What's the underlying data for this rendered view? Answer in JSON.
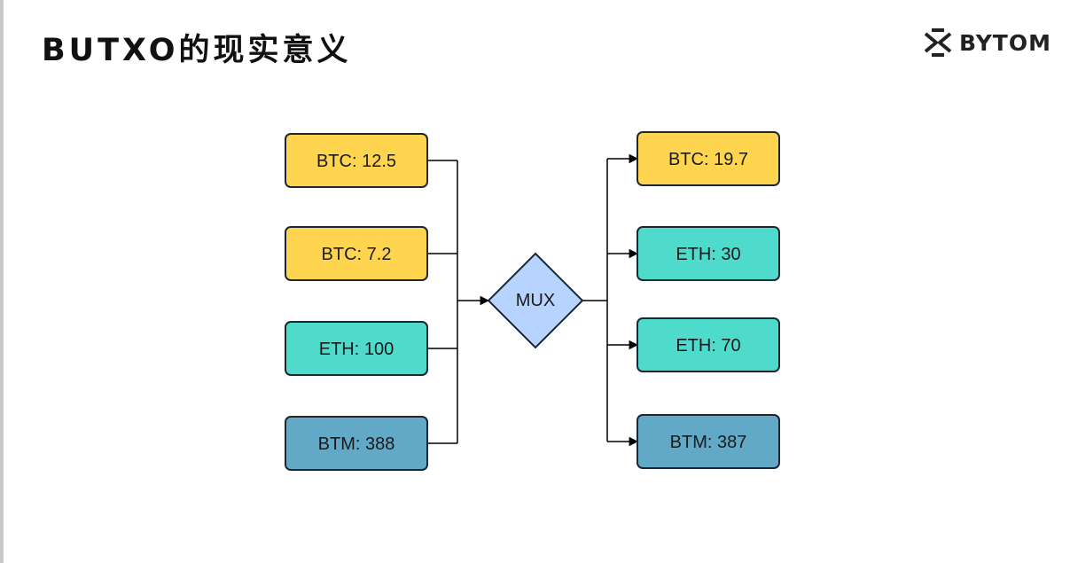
{
  "title": "BUTXO的现实意义",
  "brand": {
    "name": "BYTOM",
    "logo_icon": "bytom-logo-icon"
  },
  "colors": {
    "btc": "#FFD54F",
    "eth": "#4FDBCB",
    "btm": "#62A9C7",
    "mux": "#B7D3FF",
    "stroke": "#1b2733"
  },
  "mux": {
    "label": "MUX"
  },
  "inputs": [
    {
      "label": "BTC: 12.5",
      "asset": "btc"
    },
    {
      "label": "BTC: 7.2",
      "asset": "btc"
    },
    {
      "label": "ETH: 100",
      "asset": "eth"
    },
    {
      "label": "BTM: 388",
      "asset": "btm"
    }
  ],
  "outputs": [
    {
      "label": "BTC: 19.7",
      "asset": "btc"
    },
    {
      "label": "ETH: 30",
      "asset": "eth"
    },
    {
      "label": "ETH: 70",
      "asset": "eth"
    },
    {
      "label": "BTM: 387",
      "asset": "btm"
    }
  ]
}
